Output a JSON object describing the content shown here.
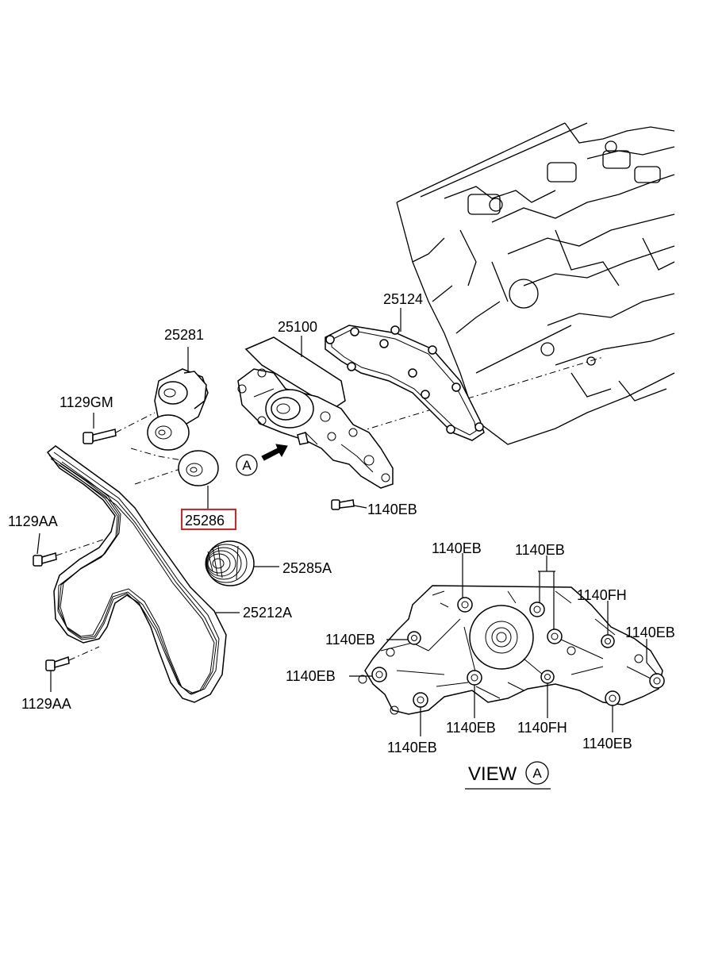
{
  "labels": {
    "p25281": "25281",
    "p1129GM": "1129GM",
    "p25100": "25100",
    "p25124": "25124",
    "p1129AA_top": "1129AA",
    "p25286": "25286",
    "p1140EB_main": "1140EB",
    "p25285A": "25285A",
    "p25212A": "25212A",
    "p1129AA_bottom": "1129AA"
  },
  "view_a": {
    "callout_letter": "A",
    "title_text": "VIEW",
    "title_letter": "A",
    "labels": {
      "top_left": "1140EB",
      "top_right": "1140EB",
      "right_fh": "1140FH",
      "far_right": "1140EB",
      "left_upper": "1140EB",
      "left_lower": "1140EB",
      "bottom_center": "1140EB",
      "bottom_fh": "1140FH",
      "bottom_left": "1140EB",
      "bottom_right": "1140EB"
    }
  },
  "highlight": {
    "part": "25286",
    "color": "#e02020"
  }
}
